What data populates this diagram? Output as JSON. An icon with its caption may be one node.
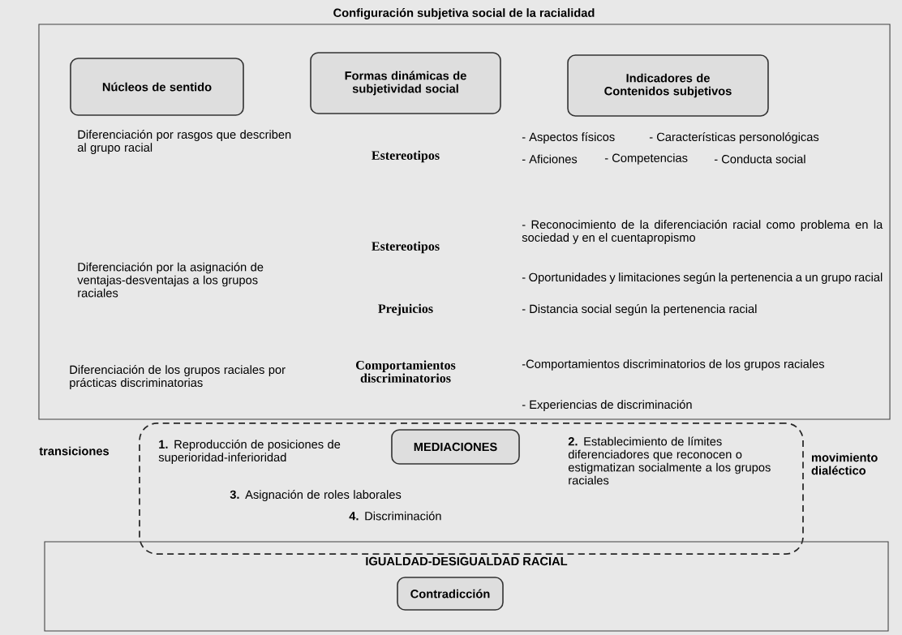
{
  "diagram": {
    "nodes": [
      {
        "text": [
          "Configuración subjetiva social de la racialidad"
        ]
      },
      {
        "text": [
          "Núcleos de sentido"
        ],
        "in": 0
      },
      {
        "text": [
          "Formas dinámicas de subjetividad social"
        ],
        "in": 0
      },
      {
        "text": [
          "Indicadores de Contenidos subjetivos"
        ],
        "in": 0
      },
      {
        "text": [
          "**1.** Reproducción de posiciones de superioridad-inferioridad",
          "**2.** Establecimiento de límites diferenciadores que reconocen o estigmatizan socialmente a los grupos raciales",
          "**3.** Asignación de roles laborales",
          "**4.** Discriminación"
        ]
      },
      {
        "text": [
          "MEDIACIONES"
        ],
        "in": 4
      },
      {
        "text": [
          "IGUALDAD-DESIGUALDAD RACIAL"
        ]
      },
      {
        "text": [
          "Contradicción"
        ],
        "in": 6
      }
    ],
    "labels": [
      "Diferenciación por rasgos que describen al grupo racial",
      "Estereotipos",
      "- Aspectos físicos",
      "- Características personológicas",
      "- Aficiones",
      "- Competencias",
      "- Conducta social",
      "- Reconocimiento de la diferenciación racial como problema en la sociedad y en el cuentapropismo",
      "Diferenciación por la asignación de ventajas-desventajas a los grupos raciales",
      "Estereotipos",
      "- Oportunidades y limitaciones según la pertenencia a un grupo racial",
      "Prejuicios",
      "- Distancia social según la pertenencia racial",
      "Diferenciación de los grupos raciales por prácticas discriminatorias",
      "Comportamientos discriminatorios",
      "-Comportamientos discriminatorios de los grupos raciales",
      "- Experiencias de discriminación",
      "transiciones",
      "movimiento dialéctico"
    ]
  }
}
